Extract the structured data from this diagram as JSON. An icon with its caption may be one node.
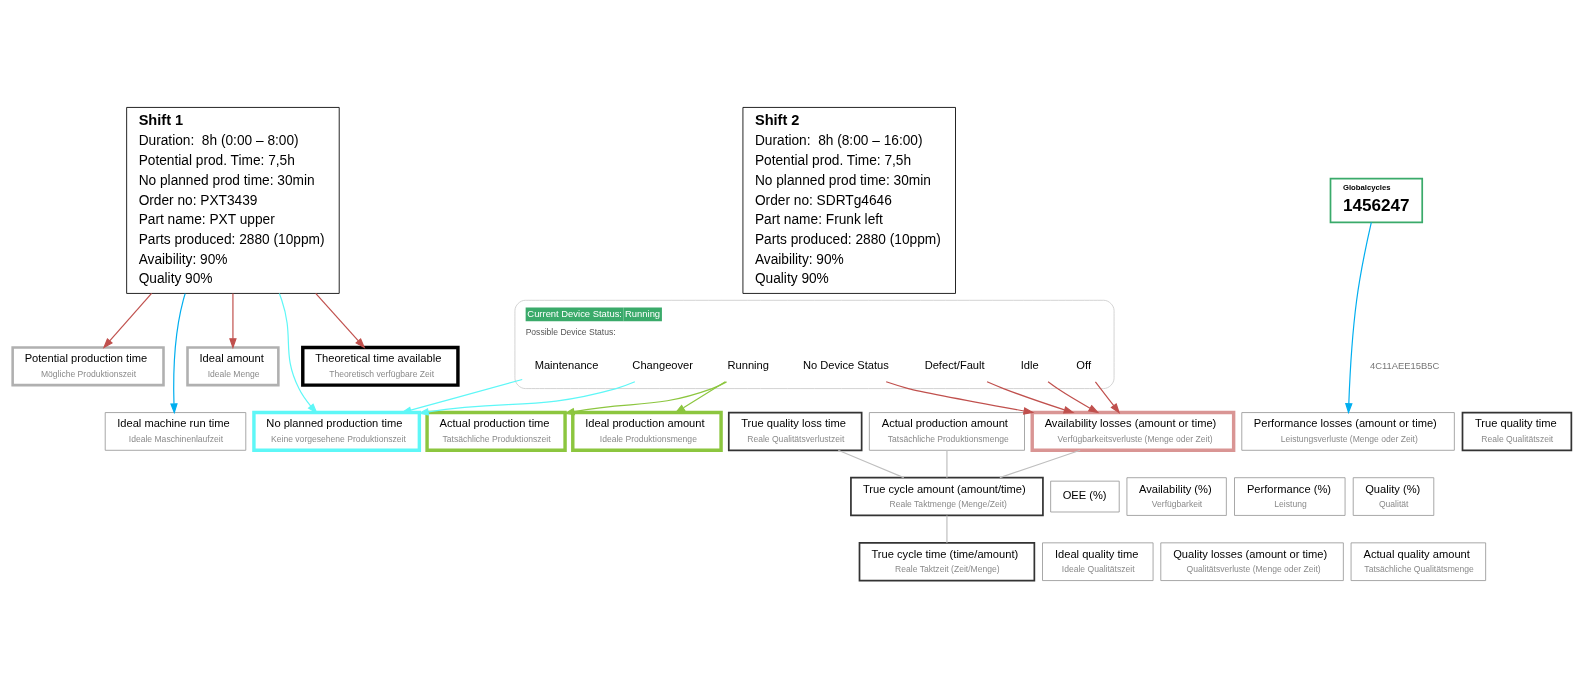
{
  "diagram": {
    "nodes": [
      {
        "text": [
          "Shift 1",
          "Duration:  8h (0:00 – 8:00)",
          "Potential prod. Time: 7,5h",
          "No planned prod time: 30min",
          "Order no: PXT3439",
          "Part name: PXT upper",
          "Parts produced: 2880 (10ppm)",
          "Avaibility: 90%",
          "Quality 90%"
        ]
      },
      {
        "text": [
          "Shift 2",
          "Duration:  8h (8:00 – 16:00)",
          "Potential prod. Time: 7,5h",
          "No planned prod time: 30min",
          "Order no: SDRTg4646",
          "Part name: Frunk left",
          "Parts produced: 2880 (10ppm)",
          "Avaibility: 90%",
          "Quality 90%"
        ]
      },
      {
        "text": [
          "Theoretical time available",
          "Theoretisch verfügbare Zeit"
        ]
      },
      {
        "text": [
          "Potential production time",
          "Mögliche Produktionszeit"
        ]
      },
      {
        "text": [
          "No planned production time",
          "Keine vorgesehene Produktionszeit"
        ]
      },
      {
        "text": [
          "Ideal amount",
          "Ideale Menge"
        ]
      },
      {
        "text": [
          "OEE (%)"
        ]
      },
      {
        "text": [
          "Availability (%)",
          "Verfügbarkeit"
        ]
      },
      {
        "text": [
          "Actual production time",
          "Tatsächliche Produktionszeit"
        ]
      },
      {
        "text": [
          "Ideal production amount",
          "Ideale Produktionsmenge"
        ]
      },
      {
        "text": [
          "Availability losses (amount or time)",
          "Verfügbarkeitsverluste (Menge oder Zeit)"
        ]
      },
      {
        "text": [
          "Performance (%)",
          "Leistung"
        ]
      },
      {
        "text": [
          "Ideal machine run time",
          "Ideale Maschinenlaufzeit"
        ]
      },
      {
        "text": [
          "Performance losses (amount or time)",
          "Leistungsverluste (Menge oder Zeit)"
        ]
      },
      {
        "text": [
          "True quality time",
          "Reale Qualitätszeit"
        ]
      },
      {
        "text": [
          "True quality loss time",
          "Reale Qualitätsverlustzeit"
        ]
      },
      {
        "text": [
          "Quality (%)",
          "Qualität"
        ]
      },
      {
        "text": [
          "Actual production amount",
          "Tatsächliche Produktionsmenge"
        ]
      },
      {
        "text": [
          "Ideal quality time",
          "Ideale Qualitätszeit"
        ]
      },
      {
        "text": [
          "Quality losses (amount or time)",
          "Qualitätsverluste (Menge oder Zeit)"
        ]
      },
      {
        "text": [
          "Actual quality amount",
          "Tatsächliche Qualitätsmenge"
        ]
      },
      {
        "text": [
          "True cycle amount (amount/time)",
          "Reale Taktmenge (Menge/Zeit)"
        ]
      },
      {
        "text": [
          "True cycle time (time/amount)",
          "Reale Taktzeit (Zeit/Menge)"
        ]
      },
      {
        "text": [
          "Current Device Status:",
          "Running",
          "Possible Device Status:"
        ]
      },
      {
        "text": [
          "No Device Status"
        ],
        "in": 23
      },
      {
        "text": [
          "Off"
        ],
        "in": 23
      },
      {
        "text": [
          "Running"
        ],
        "in": 23
      },
      {
        "text": [
          "Idle"
        ],
        "in": 23
      },
      {
        "text": [
          "Changeover"
        ],
        "in": 23
      },
      {
        "text": [
          "Maintenance"
        ],
        "in": 23
      },
      {
        "text": [
          "Defect/Fault"
        ],
        "in": 23
      },
      {
        "text": [
          "Globalcycles",
          "1456247"
        ]
      }
    ],
    "edges": [
      {
        "from": 0,
        "to": 2,
        "arrow": "to"
      },
      {
        "from": 0,
        "to": 3,
        "arrow": "to"
      },
      {
        "from": 0,
        "to": 5,
        "arrow": "to"
      },
      {
        "from": 0,
        "to": 4,
        "arrow": "to",
        "color": "#5ef7f7"
      },
      {
        "from": 0,
        "to": 12,
        "arrow": "to",
        "color": "#00aeef"
      },
      {
        "from": 24,
        "to": 10,
        "arrow": "to"
      },
      {
        "from": 25,
        "to": 10,
        "arrow": "to"
      },
      {
        "from": 26,
        "to": 8,
        "arrow": "to",
        "color": "#8cc63f"
      },
      {
        "from": 26,
        "to": 9,
        "arrow": "to",
        "color": "#8cc63f"
      },
      {
        "from": 27,
        "to": 10,
        "arrow": "to"
      },
      {
        "from": 28,
        "to": 4,
        "arrow": "to",
        "color": "#5ef7f7"
      },
      {
        "from": 29,
        "to": 4,
        "arrow": "to",
        "color": "#5ef7f7"
      },
      {
        "from": 30,
        "to": 10,
        "arrow": "to"
      },
      {
        "from": 31,
        "to": 13,
        "arrow": "to",
        "color": "#00aeef"
      },
      {
        "from": 10,
        "to": 21,
        "arrow": "none",
        "color": "#bfbfbf"
      },
      {
        "from": 15,
        "to": 21,
        "arrow": "none",
        "color": "#bfbfbf"
      },
      {
        "from": 17,
        "to": 21,
        "arrow": "none",
        "color": "#bfbfbf"
      },
      {
        "from": 21,
        "to": 22,
        "arrow": "none",
        "color": "#bfbfbf"
      }
    ],
    "labels": [
      "4C11AEE15B5C"
    ]
  }
}
